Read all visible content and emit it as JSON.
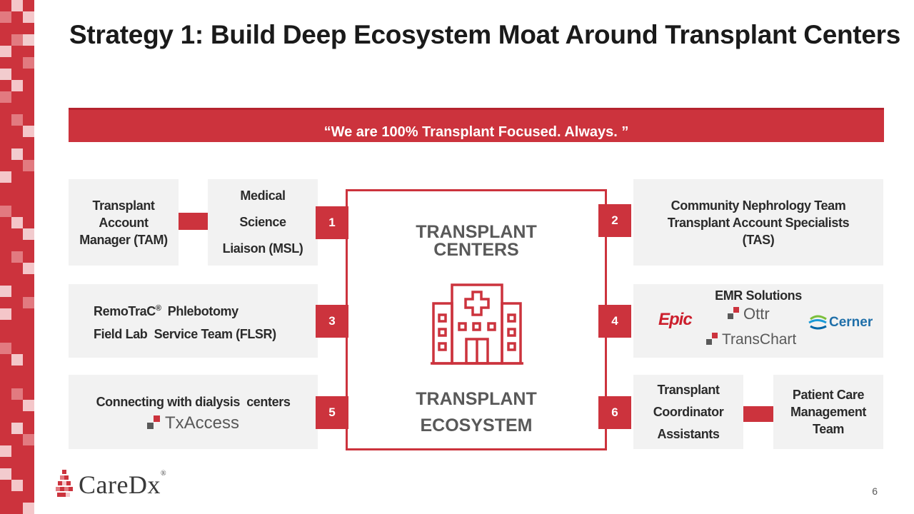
{
  "slide": {
    "title": "Strategy 1: Build Deep Ecosystem Moat Around Transplant Centers",
    "banner": "“We are 100% Transplant Focused. Always. ”",
    "page_number": "6"
  },
  "center": {
    "top_label": "TRANSPLANT CENTERS",
    "bottom_label_line1": "TRANSPLANT",
    "bottom_label_line2": "ECOSYSTEM",
    "icon": "hospital-icon"
  },
  "badges": [
    "1",
    "2",
    "3",
    "4",
    "5",
    "6"
  ],
  "boxes": {
    "tam": [
      "Transplant",
      "Account",
      "Manager (TAM)"
    ],
    "msl": [
      "Medical",
      "Science",
      "Liaison (MSL)"
    ],
    "nephrology": [
      "Community Nephrology Team",
      "Transplant Account Specialists",
      "(TAS)"
    ],
    "remotrac": {
      "line1": "RemoTraC",
      "reg": "®",
      "line1_rest": "  Phlebotomy",
      "line2": "Field Lab  Service Team (FLSR)"
    },
    "emr": {
      "title": "EMR Solutions",
      "logos": [
        "Epic",
        "Ottr",
        "Cerner",
        "TransChart"
      ]
    },
    "dialysis": {
      "title": "Connecting with dialysis  centers",
      "logo": "TxAccess"
    },
    "coordinator": [
      "Transplant",
      "Coordinator",
      "Assistants"
    ],
    "patient_care": [
      "Patient Care",
      "Management",
      "Team"
    ]
  },
  "brand": {
    "name": "CareDx",
    "reg": "®",
    "accent": "#cc333d"
  }
}
